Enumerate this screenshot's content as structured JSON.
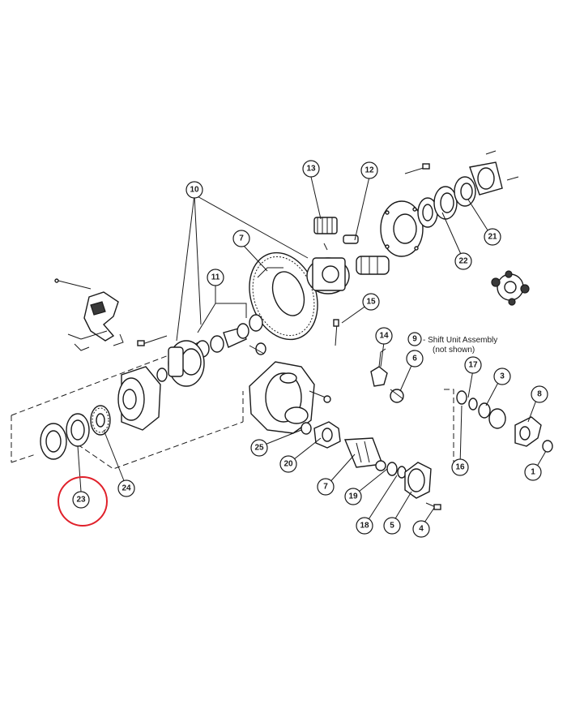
{
  "callouts": [
    {
      "id": "c10",
      "label": "10"
    },
    {
      "id": "c13",
      "label": "13"
    },
    {
      "id": "c12",
      "label": "12"
    },
    {
      "id": "c7a",
      "label": "7"
    },
    {
      "id": "c11",
      "label": "11"
    },
    {
      "id": "c21",
      "label": "21"
    },
    {
      "id": "c22",
      "label": "22"
    },
    {
      "id": "c15",
      "label": "15"
    },
    {
      "id": "c14",
      "label": "14"
    },
    {
      "id": "c9",
      "label": "9"
    },
    {
      "id": "c6",
      "label": "6"
    },
    {
      "id": "c17",
      "label": "17"
    },
    {
      "id": "c3",
      "label": "3"
    },
    {
      "id": "c8",
      "label": "8"
    },
    {
      "id": "c1",
      "label": "1"
    },
    {
      "id": "c16",
      "label": "16"
    },
    {
      "id": "c25",
      "label": "25"
    },
    {
      "id": "c20",
      "label": "20"
    },
    {
      "id": "c7b",
      "label": "7"
    },
    {
      "id": "c19",
      "label": "19"
    },
    {
      "id": "c18",
      "label": "18"
    },
    {
      "id": "c5",
      "label": "5"
    },
    {
      "id": "c4",
      "label": "4"
    },
    {
      "id": "c24",
      "label": "24"
    },
    {
      "id": "c23",
      "label": "23"
    }
  ],
  "note": {
    "line1": "- Shift Unit Assembly",
    "line2": "(not shown)"
  },
  "highlight": {
    "target": "23",
    "color": "#e0202a"
  }
}
